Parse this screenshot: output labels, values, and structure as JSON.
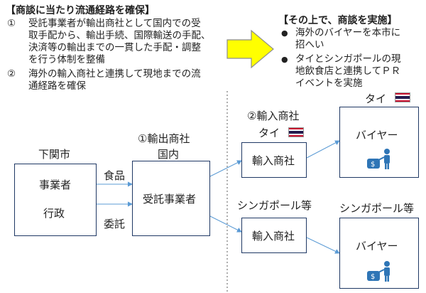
{
  "left_section": {
    "title": "【商談に当たり流通経路を確保】",
    "items": [
      {
        "num": "①",
        "lines": [
          "受託事業者が輸出商社として国内での受",
          "取手配から、輸出手続、国際輸送の手配、",
          "決済等の輸出までの一貫した手配・調整",
          "を行う体制を整備"
        ]
      },
      {
        "num": "②",
        "lines": [
          "海外の輸入商社と連携して現地までの流",
          "通経路を確保"
        ]
      }
    ]
  },
  "right_section": {
    "title": "【その上で、商談を実施】",
    "items": [
      {
        "bullet": "●",
        "lines": [
          "海外のバイヤーを本市に",
          "招へい"
        ]
      },
      {
        "bullet": "●",
        "lines": [
          "タイとシンガポールの現",
          "地飲食店と連携してＰＲ",
          "イベントを実施"
        ]
      }
    ]
  },
  "diagram": {
    "shimonoseki_label": "下関市",
    "shimonoseki_lines": [
      "事業者",
      "行政"
    ],
    "goods_label": "食品",
    "consign_label": "委託",
    "exporter_heading": "①輸出商社",
    "exporter_sub": "国内",
    "exporter_box": "受託事業者",
    "importer_heading": "②輸入商社",
    "thai_label": "タイ",
    "importer_box_thai": "輸入商社",
    "singapore_label": "シンガポール等",
    "importer_box_sg": "輸入商社",
    "buyer_thai_country": "タイ",
    "buyer_thai_box": "バイヤー",
    "buyer_sg_country": "シンガポール等",
    "buyer_sg_box": "バイヤー"
  },
  "colors": {
    "arrow_fill": "#ffff00",
    "box_border": "#1f3864",
    "connector": "#5b9bd5",
    "icon_blue": "#2e75b6"
  },
  "icons": [
    "right-arrow-icon",
    "thai-flag-icon",
    "buyer-money-icon"
  ]
}
